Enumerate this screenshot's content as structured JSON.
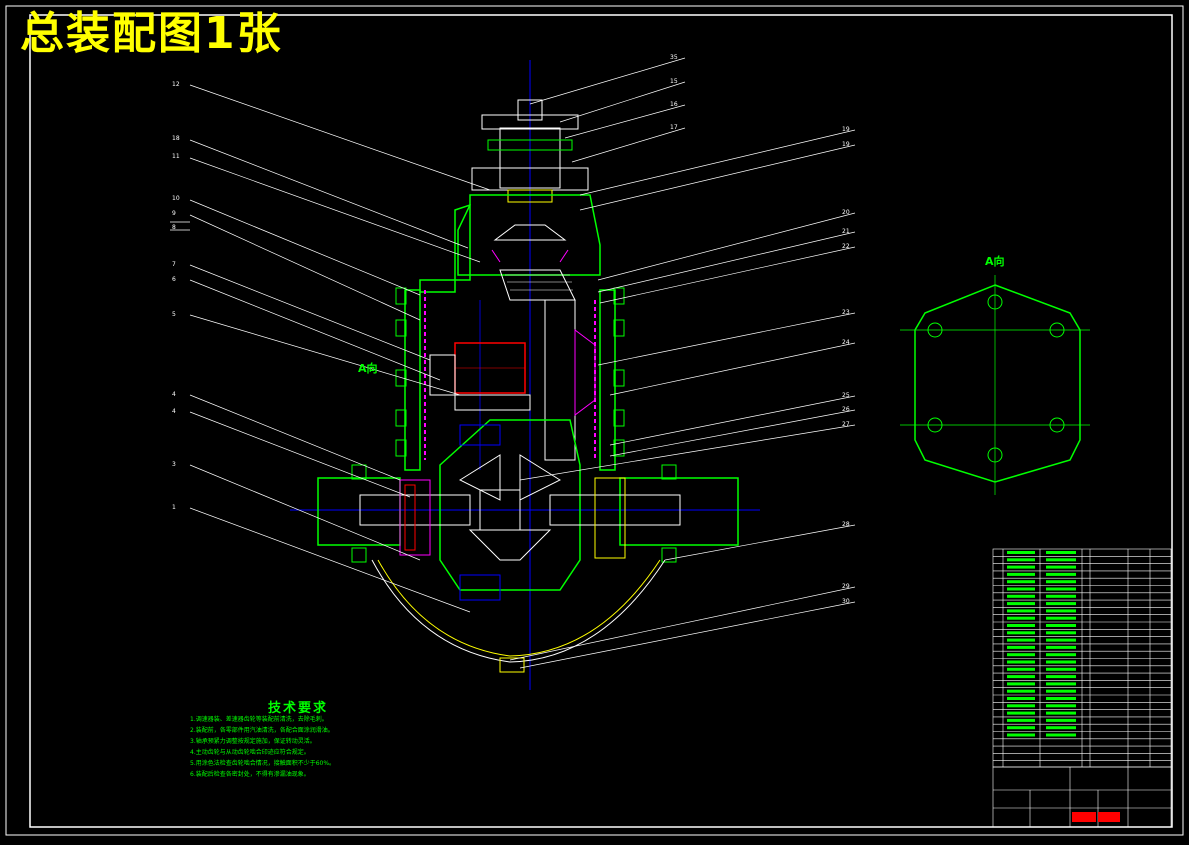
{
  "drawing": {
    "title": "总装配图1张",
    "view_label_section": "A向",
    "view_label_aux": "A向",
    "tech_requirements": {
      "heading": "技术要求",
      "items": [
        "1.调速器装、差速器齿轮等装配前清洗，去除毛刺。",
        "2.装配前，各零部件用汽油清洗，各配合面涂润滑油。",
        "3.轴承预紧力调整按规定施加，保证转动灵活。",
        "4.主动齿轮与从动齿轮啮合印迹应符合规定。",
        "5.用涂色法检查齿轮啮合情况，接触面积不少于60%。",
        "6.装配后检查各密封处，不得有渗漏油现象。"
      ]
    },
    "part_numbers_left": [
      "12",
      "18",
      "11",
      "10",
      "9",
      "8",
      "7",
      "6",
      "5",
      "4",
      "4",
      "3",
      "1"
    ],
    "part_numbers_right": [
      "35",
      "15",
      "16",
      "17",
      "19",
      "19",
      "20",
      "21",
      "22",
      "23",
      "24",
      "25",
      "26",
      "27",
      "28",
      "29",
      "30"
    ],
    "colors": {
      "background": "#000000",
      "title": "#ffff00",
      "outline": "#ffffff",
      "part_body": "#00ff00",
      "center_line": "#0000ff",
      "hatch": "#ff00ff",
      "gear": "#ff0000",
      "leader": "#ffffff"
    }
  }
}
